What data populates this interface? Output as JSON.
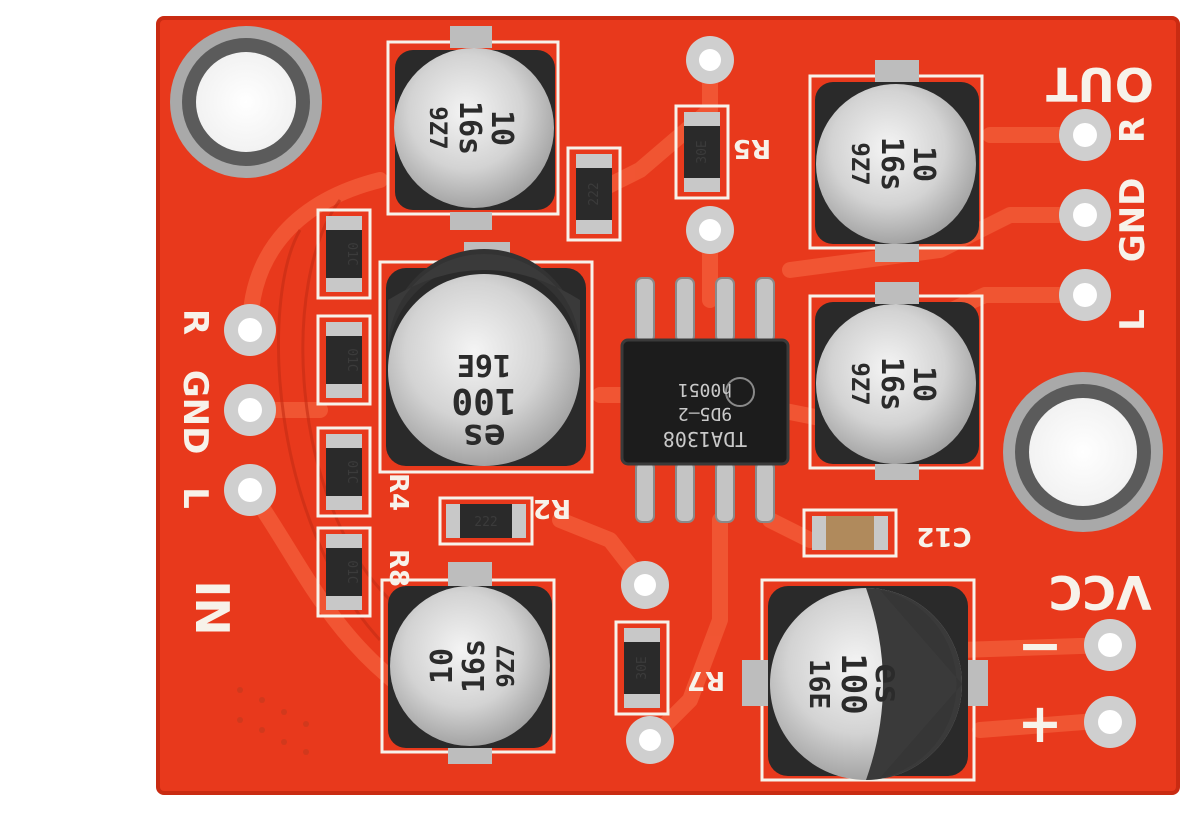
{
  "board": {
    "colors": {
      "pcb": "#e8391c",
      "trace": "#f04a2a",
      "silk": "#f7f2ea",
      "pad": "#c9c9c9",
      "chip": "#1c1c1c",
      "cap_body": "#d9d9d9"
    },
    "labels": {
      "out": "OUT",
      "out_r": "R",
      "out_gnd": "GND",
      "out_l": "L",
      "in": "IN",
      "in_r": "R",
      "in_gnd": "GND",
      "in_l": "L",
      "vcc": "VCC",
      "minus": "−",
      "plus": "+",
      "r2": "R2",
      "r4": "R4",
      "r5": "R5",
      "r7": "R7",
      "r8": "R8",
      "c12": "C12"
    },
    "chip": {
      "line1": "TDA1308",
      "line2": "9D5—2",
      "line3": "h0051"
    },
    "caps_small": [
      {
        "id": "cap-top-left",
        "line1": "10",
        "line2": "16s",
        "line3": "9Z7"
      },
      {
        "id": "cap-top-right",
        "line1": "10",
        "line2": "16s",
        "line3": "9Z7"
      },
      {
        "id": "cap-mid-right",
        "line1": "10",
        "line2": "16s",
        "line3": "9Z7"
      },
      {
        "id": "cap-bottom-left",
        "line1": "10",
        "line2": "16s",
        "line3": "9Z7"
      }
    ],
    "caps_large": [
      {
        "id": "cap-100-left",
        "line1": "es",
        "line2": "100",
        "line3": "16E"
      },
      {
        "id": "cap-100-bottom",
        "line1": "es",
        "line2": "100",
        "line3": "16E"
      }
    ],
    "resistor_codes": {
      "r_222_a": "222",
      "r_222_b": "222",
      "r_30e_a": "30E",
      "r_30e_b": "30E",
      "r_01c_a": "01C",
      "r_01c_b": "01C",
      "r_01c_c": "01C",
      "r_01c_d": "01C"
    }
  }
}
